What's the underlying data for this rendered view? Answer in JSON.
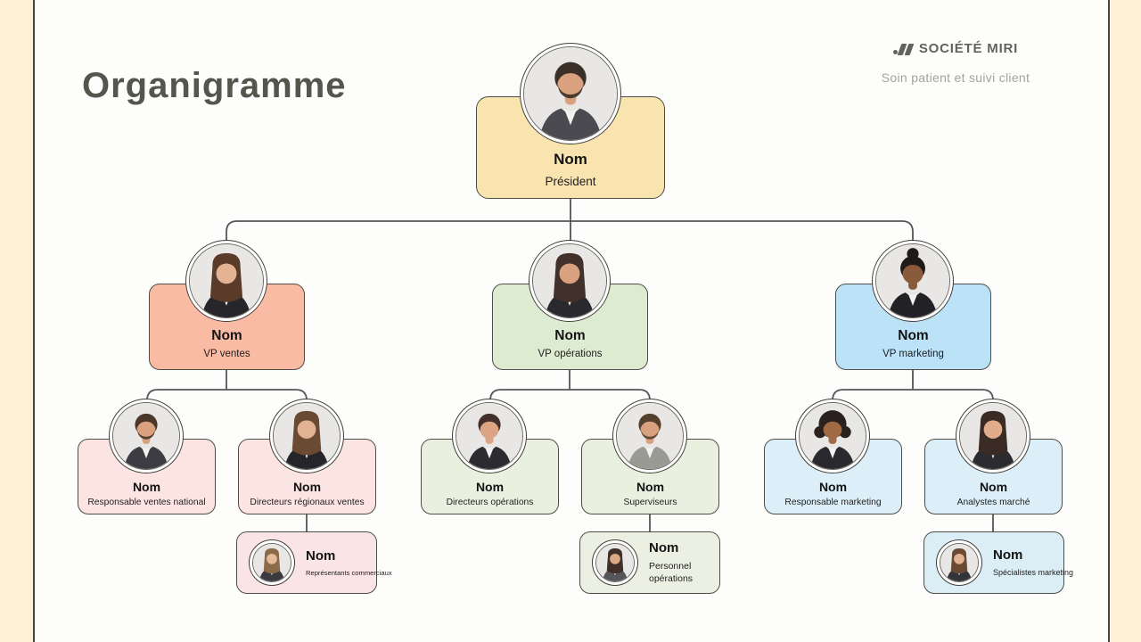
{
  "page": {
    "title": "Organigramme",
    "brand": {
      "name": "SOCIÉTÉ MIRI",
      "tagline": "Soin patient et suivi client",
      "logo_icon": "dot-double-slash-icon"
    }
  },
  "palette": {
    "margin_stripe": "#FCF0D6",
    "slide_background": "#FDFEFC",
    "edge_line": "#45453f",
    "connector_line": "#55565a",
    "card_border": "#4f4d48",
    "title_text": "#55544d",
    "brand_text": "#63625c",
    "tagline_text": "#a3a29d"
  },
  "org": {
    "nodes": [
      {
        "id": "president",
        "name": "Nom",
        "role": "Président",
        "fill": "#F9E4AF",
        "avatar": {
          "style": "short",
          "beard": true,
          "hair": "#3b2f28",
          "skin": "#d9a17e",
          "suit": "#4a4a50"
        }
      },
      {
        "id": "vp-ventes",
        "name": "Nom",
        "role": "VP ventes",
        "fill": "#F9BBA4",
        "avatar": {
          "style": "long",
          "beard": false,
          "hair": "#5a3a28",
          "skin": "#e3b394",
          "suit": "#26262a"
        }
      },
      {
        "id": "vp-operations",
        "name": "Nom",
        "role": "VP opérations",
        "fill": "#DDEBD1",
        "avatar": {
          "style": "long",
          "beard": false,
          "hair": "#42302a",
          "skin": "#d9a17e",
          "suit": "#2a2a2e"
        }
      },
      {
        "id": "vp-marketing",
        "name": "Nom",
        "role": "VP marketing",
        "fill": "#BCE2F8",
        "avatar": {
          "style": "updo",
          "beard": false,
          "hair": "#1f1a18",
          "skin": "#8a5a3c",
          "suit": "#222226"
        }
      },
      {
        "id": "responsable-ventes-national",
        "name": "Nom",
        "role": "Responsable ventes national",
        "fill": "#FBE4E2",
        "avatar": {
          "style": "short",
          "beard": true,
          "hair": "#4a372a",
          "skin": "#d9a17e",
          "suit": "#3c3c42"
        }
      },
      {
        "id": "directeurs-regionaux-ventes",
        "name": "Nom",
        "role": "Directeurs régionaux ventes",
        "fill": "#FBE4E2",
        "avatar": {
          "style": "long",
          "beard": false,
          "hair": "#6b4a33",
          "skin": "#e3b394",
          "suit": "#26262a"
        }
      },
      {
        "id": "directeurs-operations",
        "name": "Nom",
        "role": "Directeurs opérations",
        "fill": "#EAF0DF",
        "avatar": {
          "style": "short",
          "beard": false,
          "hair": "#42302a",
          "skin": "#dba583",
          "suit": "#2b2b30"
        }
      },
      {
        "id": "superviseurs",
        "name": "Nom",
        "role": "Superviseurs",
        "fill": "#EAF0DF",
        "avatar": {
          "style": "short",
          "beard": true,
          "hair": "#55402e",
          "skin": "#d9a17e",
          "suit": "#9a9a94"
        }
      },
      {
        "id": "responsable-marketing",
        "name": "Nom",
        "role": "Responsable marketing",
        "fill": "#DCEFF8",
        "avatar": {
          "style": "curly",
          "beard": false,
          "hair": "#2b2220",
          "skin": "#a06a44",
          "suit": "#2a2a2e"
        }
      },
      {
        "id": "analystes-marche",
        "name": "Nom",
        "role": "Analystes marché",
        "fill": "#DCEFF8",
        "avatar": {
          "style": "long",
          "beard": false,
          "hair": "#3a2b24",
          "skin": "#e0ac8a",
          "suit": "#2b2b30"
        }
      },
      {
        "id": "representants-commerciaux",
        "name": "Nom",
        "role": "Représentants commerciaux",
        "fill": "#FBE4E6",
        "avatar": {
          "style": "long",
          "beard": false,
          "hair": "#8a6a48",
          "skin": "#e6bb9c",
          "suit": "#3a3a40"
        }
      },
      {
        "id": "personnel-operations",
        "name": "Nom",
        "role": "Personnel opérations",
        "fill": "#ECF0E2",
        "avatar": {
          "style": "long",
          "beard": false,
          "hair": "#3f2f28",
          "skin": "#d9a886",
          "suit": "#55555a"
        }
      },
      {
        "id": "specialistes-marketing",
        "name": "Nom",
        "role": "Spécialistes marketing",
        "fill": "#DBEEF6",
        "avatar": {
          "style": "long",
          "beard": false,
          "hair": "#6b4a33",
          "skin": "#e3b394",
          "suit": "#33333a"
        }
      }
    ]
  }
}
